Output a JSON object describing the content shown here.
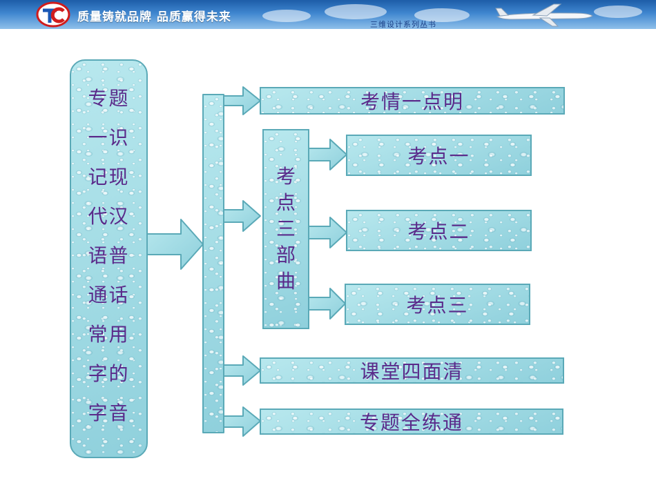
{
  "header": {
    "slogan": "质量铸就品牌 品质赢得未来",
    "series": "三维设计系列丛书",
    "logo_icon": "tc-logo-icon",
    "decor_icon": "airplane-icon",
    "colors": {
      "banner_top": "#1d5da8",
      "banner_bottom": "#8fc0ea"
    }
  },
  "diagram": {
    "topic": "专题一识记现代汉语普通话常用字的字音",
    "sections": {
      "kaoqing": "考情一点明",
      "kaodian_group": "考点三部曲",
      "kaodian_items": [
        "考点一",
        "考点二",
        "考点三"
      ],
      "ketang": "课堂四面清",
      "lianxi": "专题全练通"
    },
    "colors": {
      "box_fill": "#a4dde6",
      "box_border": "#5aa9b7",
      "text": "#5a2a8a"
    }
  }
}
